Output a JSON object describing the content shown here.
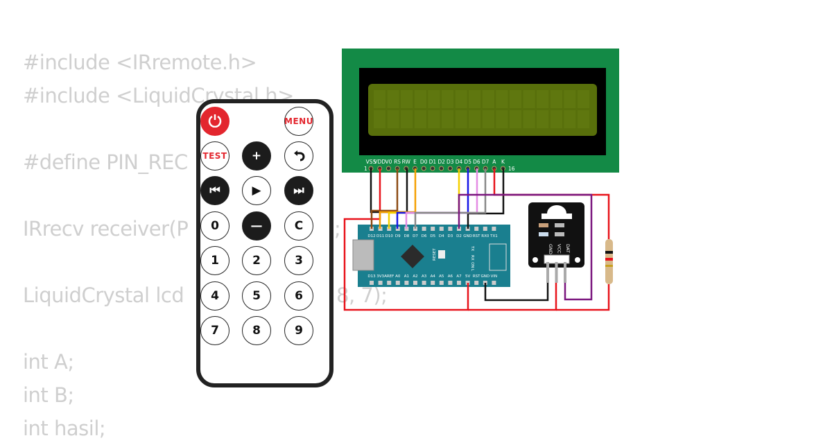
{
  "code": {
    "lines": [
      {
        "left": "#include <IRremote.h>",
        "right": ""
      },
      {
        "left": "#include <LiquidCrystal.h>",
        "right": ""
      },
      {
        "left": "",
        "right": ""
      },
      {
        "left": "#define PIN_REC",
        "right": ""
      },
      {
        "left": "",
        "right": ""
      },
      {
        "left": "IRrecv receiver(P",
        "right": ";"
      },
      {
        "left": "",
        "right": ""
      },
      {
        "left": "LiquidCrystal lcd",
        "right": "8, 7);"
      },
      {
        "left": "",
        "right": ""
      },
      {
        "left": "int A;",
        "right": ""
      },
      {
        "left": "int B;",
        "right": ""
      },
      {
        "left": "int hasil;",
        "right": ""
      }
    ]
  },
  "remote": {
    "buttons": [
      {
        "label": "",
        "icon": "power-icon",
        "style": "red"
      },
      {
        "label": "MENU",
        "style": "redtext"
      },
      {
        "label": "TEST",
        "style": "redtext"
      },
      {
        "label": "+",
        "style": "dark"
      },
      {
        "label": "",
        "icon": "back-icon",
        "style": "light"
      },
      {
        "label": "⏮",
        "icon": "previous-icon",
        "style": "dark"
      },
      {
        "label": "▶",
        "icon": "play-icon",
        "style": "light"
      },
      {
        "label": "⏭",
        "icon": "next-icon",
        "style": "dark"
      },
      {
        "label": "0",
        "style": "light"
      },
      {
        "label": "—",
        "style": "dark"
      },
      {
        "label": "C",
        "style": "light"
      },
      {
        "label": "1"
      },
      {
        "label": "2"
      },
      {
        "label": "3"
      },
      {
        "label": "4"
      },
      {
        "label": "5"
      },
      {
        "label": "6"
      },
      {
        "label": "7"
      },
      {
        "label": "8"
      },
      {
        "label": "9"
      }
    ]
  },
  "lcd": {
    "pin_labels": [
      "VSS",
      "VDD",
      "V0",
      "RS",
      "RW",
      "E",
      "D0",
      "D1",
      "D2",
      "D3",
      "D4",
      "D5",
      "D6",
      "D7",
      "A",
      "K"
    ],
    "pin_first": "1",
    "pin_last": "16",
    "colors": {
      "board": "#138a46",
      "screen": "#586f0b"
    }
  },
  "arduino": {
    "top_pins": [
      "D12",
      "D11",
      "D10",
      "D9",
      "D8",
      "D7",
      "D6",
      "D5",
      "D4",
      "D3",
      "D2",
      "GND",
      "RST",
      "RX0",
      "TX1"
    ],
    "bottom_pins": [
      "D13",
      "3V3",
      "AREF",
      "A0",
      "A1",
      "A2",
      "A3",
      "A4",
      "A5",
      "A6",
      "A7",
      "5V",
      "RST",
      "GND",
      "VIN"
    ],
    "labels": {
      "reset": "RESET",
      "tx": "TX",
      "rx": "RX",
      "on": "ON",
      "l": "L"
    },
    "color": "#1a7f8f"
  },
  "ir_receiver": {
    "pins": [
      "GND",
      "VCC",
      "DAT"
    ]
  },
  "wire_colors": {
    "red": "#e8131b",
    "black": "#111111",
    "brown": "#8b4a13",
    "orange": "#f5a000",
    "yellow": "#f5d000",
    "blue": "#1616e6",
    "violet": "#e48ce4",
    "gray": "#888888",
    "purple": "#7a167e"
  }
}
